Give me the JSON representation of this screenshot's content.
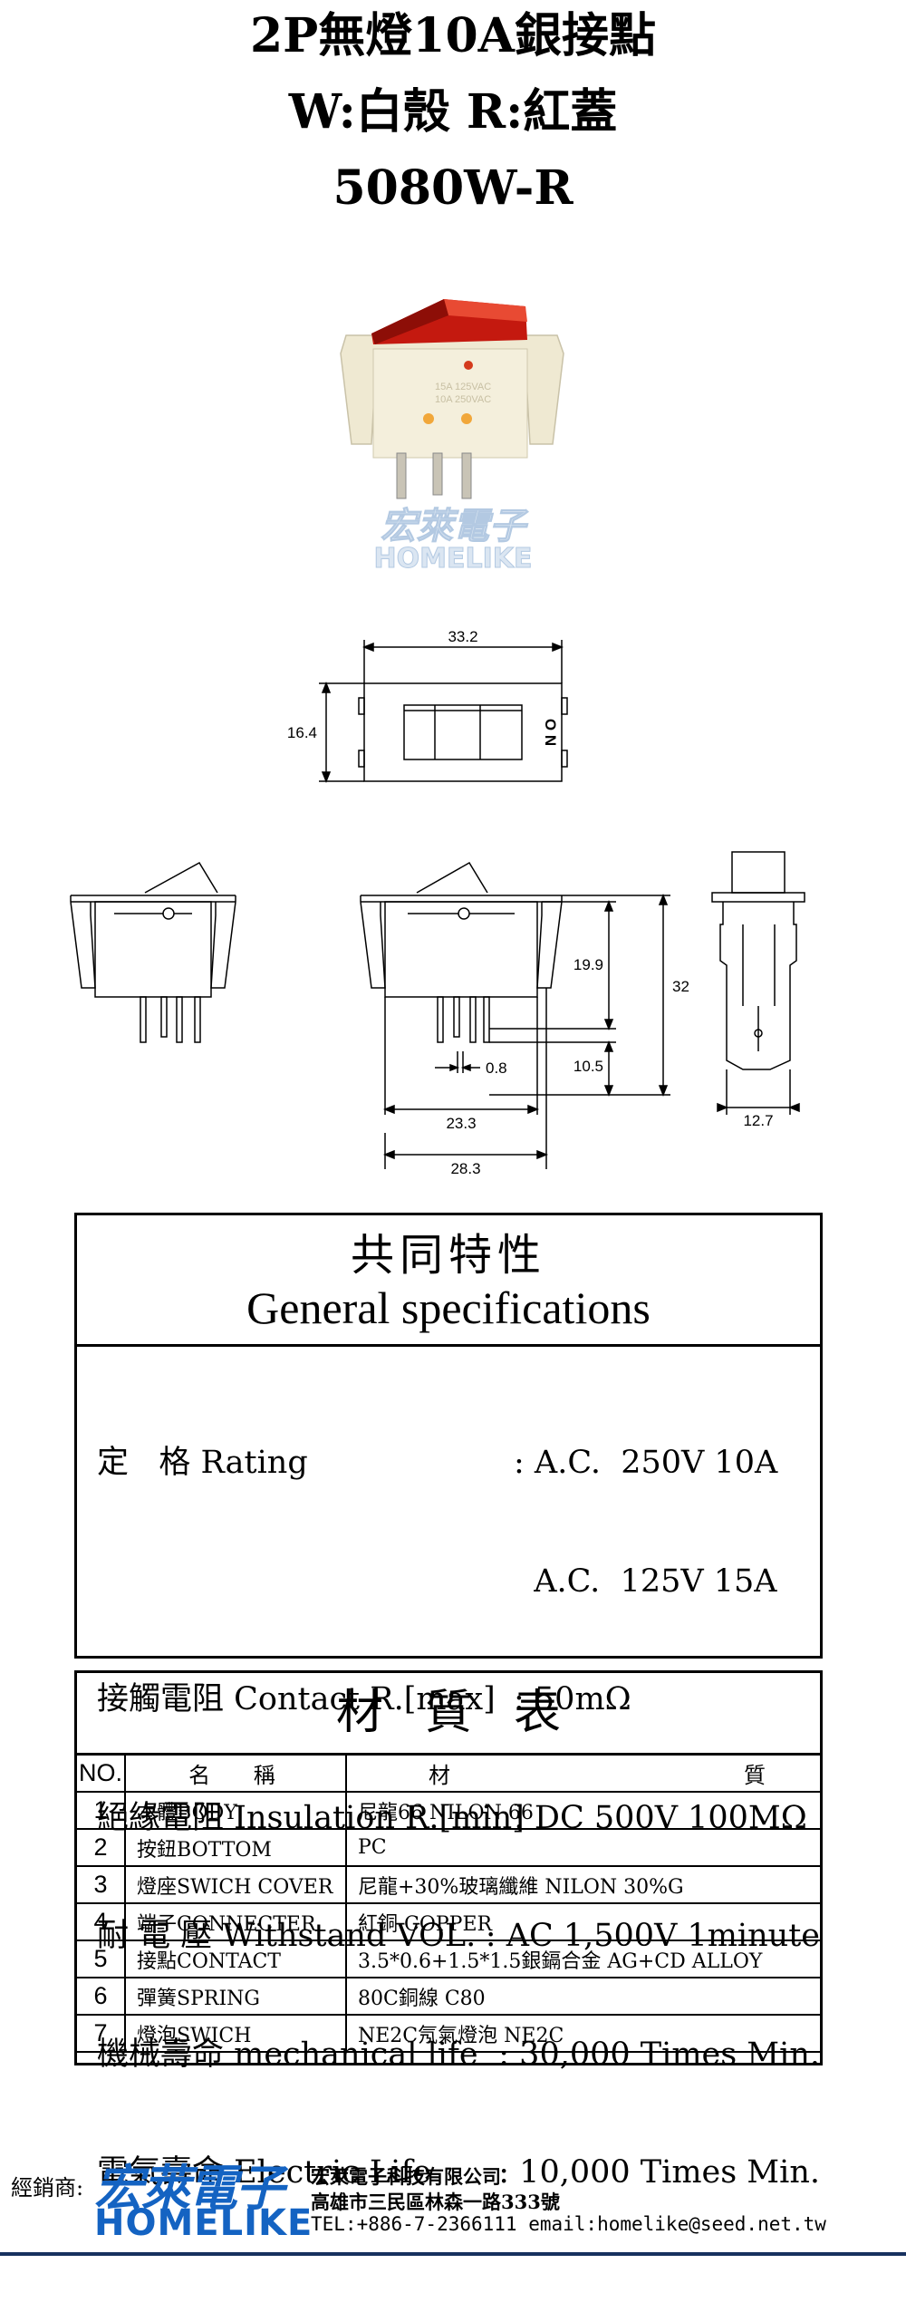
{
  "header": {
    "line1": "2P無燈10A銀接點",
    "line2": "W:白殼 R:紅蓋",
    "line3": "5080W-R"
  },
  "photo": {
    "watermark_zh": "宏萊電子",
    "watermark_en": "HOMELIKE"
  },
  "dimensions": {
    "top_width": "33.2",
    "top_height": "16.4",
    "marking": "O N",
    "height_upper": "19.9",
    "height_total": "32",
    "height_lower": "10.5",
    "pin_width": "0.8",
    "body_width": "23.3",
    "flange_width": "28.3",
    "side_depth": "12.7"
  },
  "general_specs": {
    "title_zh": "共同特性",
    "title_en": "General specifications",
    "rows": [
      {
        "label": "定   格 Rating",
        "value": ": A.C.  250V 10A"
      },
      {
        "label": "",
        "value": "  A.C.  125V 15A"
      },
      {
        "label": "接觸電阻 Contact R.[max]",
        "value": ": 50mΩ"
      },
      {
        "label": "絕緣電阻 Insulation R.[min]",
        "value": ": DC 500V 100MΩ"
      },
      {
        "label": "耐 電 壓 Withstand VOL.",
        "value": ": AC 1,500V 1minute"
      },
      {
        "label": "機械壽命 mechanical life",
        "value": ": 30,000 Times Min."
      },
      {
        "label": "電氣壽命 Electric Life",
        "value": ": 10,000 Times Min."
      }
    ]
  },
  "materials": {
    "title": "材質表",
    "header": {
      "no": "NO.",
      "name": "名 稱",
      "material_left": "材",
      "material_right": "質"
    },
    "rows": [
      {
        "no": "1",
        "name": "本體BODY",
        "material": "尼龍66 NILON 66"
      },
      {
        "no": "2",
        "name": "按鈕BOTTOM",
        "material": "PC"
      },
      {
        "no": "3",
        "name": "燈座SWICH COVER",
        "material": "尼龍+30%玻璃纖維 NILON 30%G"
      },
      {
        "no": "4",
        "name": "端子CONNECTER",
        "material": "紅銅 COPPER"
      },
      {
        "no": "5",
        "name": "接點CONTACT",
        "material": "3.5*0.6+1.5*1.5銀鎘合金 AG+CD ALLOY"
      },
      {
        "no": "6",
        "name": "彈簧SPRING",
        "material": "80C銅線 C80"
      },
      {
        "no": "7",
        "name": "燈泡SWICH",
        "material": "NE2C氖氣燈泡 NE2C"
      }
    ]
  },
  "footer": {
    "distributor": "經銷商:",
    "logo_zh": "宏萊電子",
    "logo_en": "HOMELIKE",
    "company": "宏萊電子科技有限公司",
    "address": "高雄市三民區林森一路333號",
    "contact": "TEL:+886-7-2366111  email:homelike@seed.net.tw"
  },
  "colors": {
    "logo_blue": "#1463c2",
    "rule": "#17315f",
    "rocker_red": "#c81e12",
    "housing": "#f1ecd6"
  }
}
